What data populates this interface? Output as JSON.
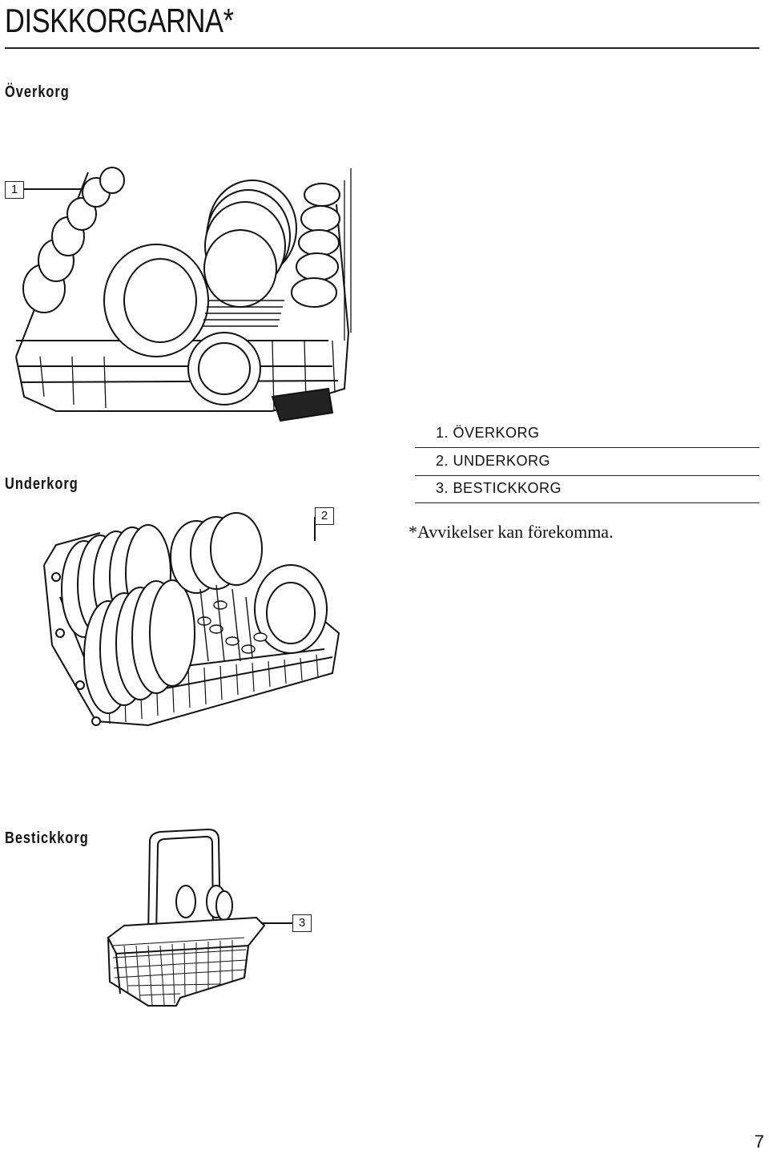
{
  "page": {
    "title": "DISKKORGARNA*",
    "page_number": "7"
  },
  "sections": {
    "upper": {
      "heading": "Överkorg",
      "callout": "1"
    },
    "lower": {
      "heading": "Underkorg",
      "callout": "2"
    },
    "cutlery": {
      "heading": "Bestickkorg",
      "callout": "3"
    }
  },
  "legend": {
    "items": [
      "1. ÖVERKORG",
      "2. UNDERKORG",
      "3. BESTICKKORG"
    ],
    "note": "*Avvikelser kan förekomma."
  }
}
